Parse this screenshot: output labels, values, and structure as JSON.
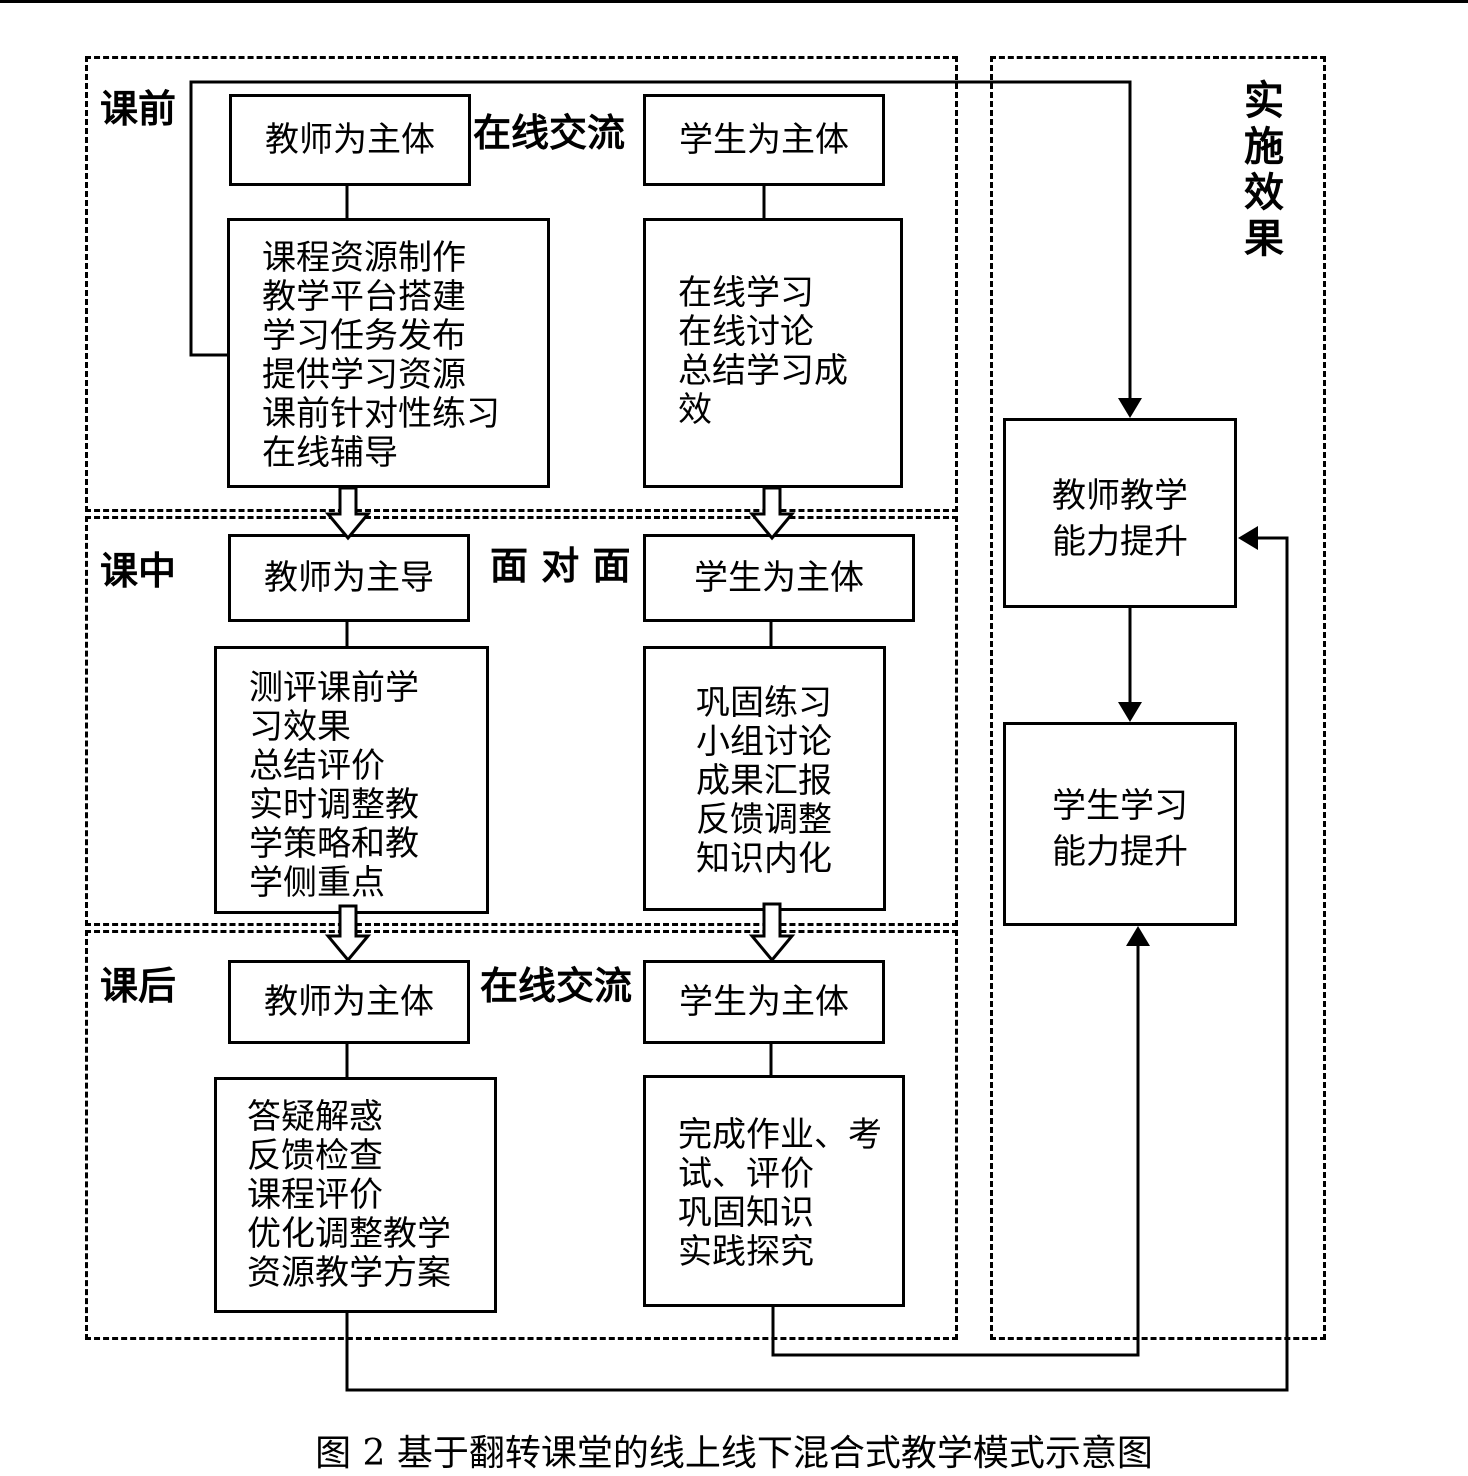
{
  "phases": {
    "before": {
      "label": "课前",
      "mode": "在线交流"
    },
    "during": {
      "label": "课中",
      "mode": "面 对 面"
    },
    "after": {
      "label": "课后",
      "mode": "在线交流"
    }
  },
  "effect": {
    "label": "实施效果",
    "teacher": [
      "教师教学",
      "能力提升"
    ],
    "student": [
      "学生学习",
      "能力提升"
    ]
  },
  "before": {
    "teacher_header": "教师为主体",
    "teacher_items": [
      "课程资源制作",
      "教学平台搭建",
      "学习任务发布",
      "提供学习资源",
      "课前针对性练习",
      "在线辅导"
    ],
    "student_header": "学生为主体",
    "student_items": [
      "在线学习",
      "在线讨论",
      "总结学习成",
      "效"
    ]
  },
  "during": {
    "teacher_header": "教师为主导",
    "teacher_items": [
      "测评课前学",
      "习效果",
      "总结评价",
      "实时调整教",
      "学策略和教",
      "学侧重点"
    ],
    "student_header": "学生为主体",
    "student_items": [
      "巩固练习",
      "小组讨论",
      "成果汇报",
      "反馈调整",
      "知识内化"
    ]
  },
  "after": {
    "teacher_header": "教师为主体",
    "teacher_items": [
      "答疑解惑",
      "反馈检查",
      "课程评价",
      "优化调整教学",
      "资源教学方案"
    ],
    "student_header": "学生为主体",
    "student_items": [
      "完成作业、考",
      "试、评价",
      "巩固知识",
      "实践探究"
    ]
  },
  "caption": "图 2 基于翻转课堂的线上线下混合式教学模式示意图"
}
